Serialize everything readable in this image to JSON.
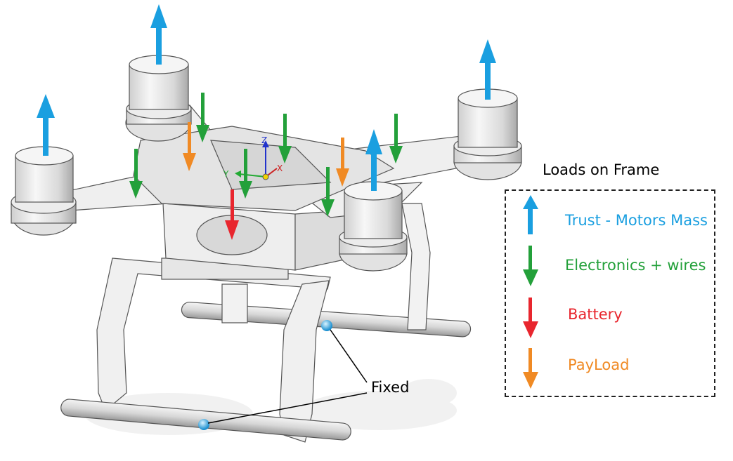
{
  "legend": {
    "title": "Loads on Frame",
    "items": [
      {
        "label": "Trust - Motors Mass",
        "direction": "up",
        "color": "#1a9fe0"
      },
      {
        "label": "Electronics + wires",
        "direction": "down",
        "color": "#23a03a"
      },
      {
        "label": "Battery",
        "direction": "down",
        "color": "#e8262e"
      },
      {
        "label": "PayLoad",
        "direction": "down",
        "color": "#f08a24"
      }
    ]
  },
  "fixed_label": "Fixed",
  "axis_labels": {
    "z": "Z",
    "y": "Y",
    "x": "X"
  },
  "colors": {
    "thrust": "#1a9fe0",
    "electronics": "#23a03a",
    "battery": "#e8262e",
    "payload": "#f08a24",
    "frame_light": "#f2f2f2",
    "frame_edge": "#555555"
  }
}
